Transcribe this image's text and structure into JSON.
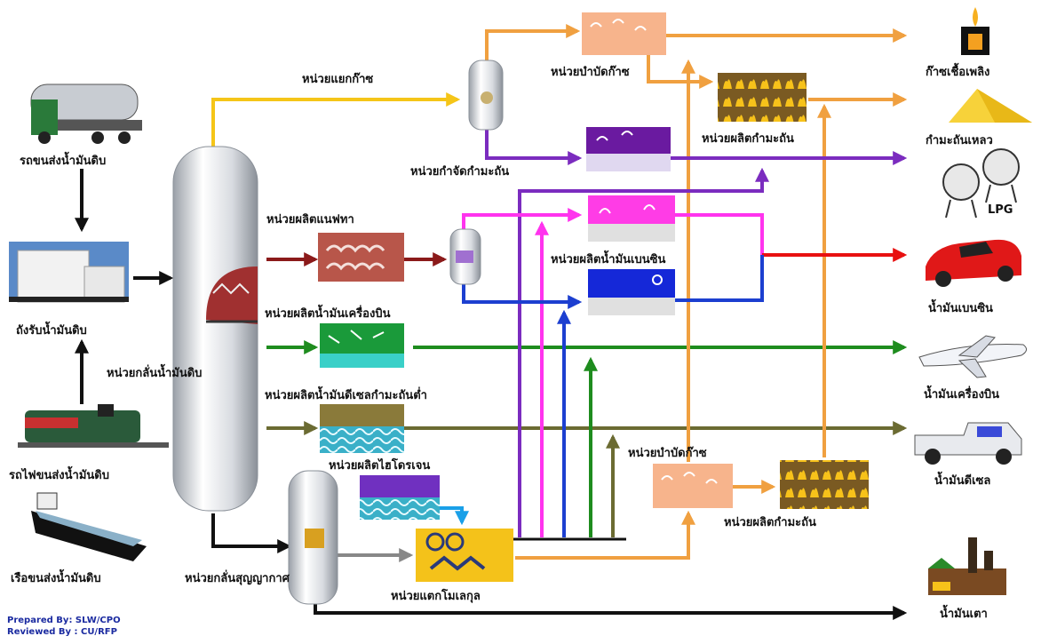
{
  "sources": {
    "crude_truck": "รถขนส่งน้ำมันดิบ",
    "crude_tank": "ถังรับน้ำมันดิบ",
    "crude_train": "รถไฟขนส่งน้ำมันดิบ",
    "crude_ship": "เรือขนส่งน้ำมันดิบ"
  },
  "units": {
    "crude_distillation": "หน่วยกลั่นน้ำมันดิบ",
    "vacuum_distillation": "หน่วยกลั่นสุญญากาศ",
    "gas_separation": "หน่วยแยกก๊าซ",
    "gas_treating_top": "หน่วยบำบัดก๊าซ",
    "sulfur_top": "หน่วยผลิตกำมะถัน",
    "sulfur_removal": "หน่วยกำจัดกำมะถัน",
    "naphtha": "หน่วยผลิตแนฟทา",
    "gasoline": "หน่วยผลิตน้ำมันเบนซิน",
    "jet_fuel": "หน่วยผลิตน้ำมันเครื่องบิน",
    "low_sulfur_diesel": "หน่วยผลิตน้ำมันดีเซลกำมะถันต่ำ",
    "hydrogen": "หน่วยผลิตไฮโดรเจน",
    "gas_treating_bottom": "หน่วยบำบัดก๊าซ",
    "sulfur_bottom": "หน่วยผลิตกำมะถัน",
    "cracking": "หน่วยแตกโมเลกุล"
  },
  "products": {
    "fuel_gas": "ก๊าซเชื้อเพลิง",
    "liquid_sulfur": "กำมะถันเหลว",
    "lpg": "LPG",
    "gasoline": "น้ำมันเบนซิน",
    "jet_fuel": "น้ำมันเครื่องบิน",
    "diesel": "น้ำมันดีเซล",
    "fuel_oil": "น้ำมันเตา"
  },
  "credits": {
    "prepared": "Prepared  By: SLW/CPO",
    "reviewed": "Reviewed By : CU/RFP"
  },
  "colors": {
    "gas_line": "#f5c518",
    "naphtha_line": "#8b1a1a",
    "jet_line": "#1e8c1e",
    "diesel_line": "#6b6b32",
    "fuel_oil_line": "#111111",
    "orange_line": "#f0a040",
    "purple_line": "#7b2cbf",
    "magenta_line": "#ff33ee",
    "blue_line": "#1c3fd0",
    "red_line": "#e81010",
    "cyan_line": "#1aa0e8"
  },
  "icons": [
    "tanker-truck-icon",
    "storage-tank-icon",
    "locomotive-icon",
    "oil-tanker-ship-icon",
    "gas-flare-icon",
    "sulfur-pile-icon",
    "lpg-sphere-icon",
    "sports-car-icon",
    "airplane-icon",
    "pickup-truck-icon",
    "factory-icon"
  ]
}
